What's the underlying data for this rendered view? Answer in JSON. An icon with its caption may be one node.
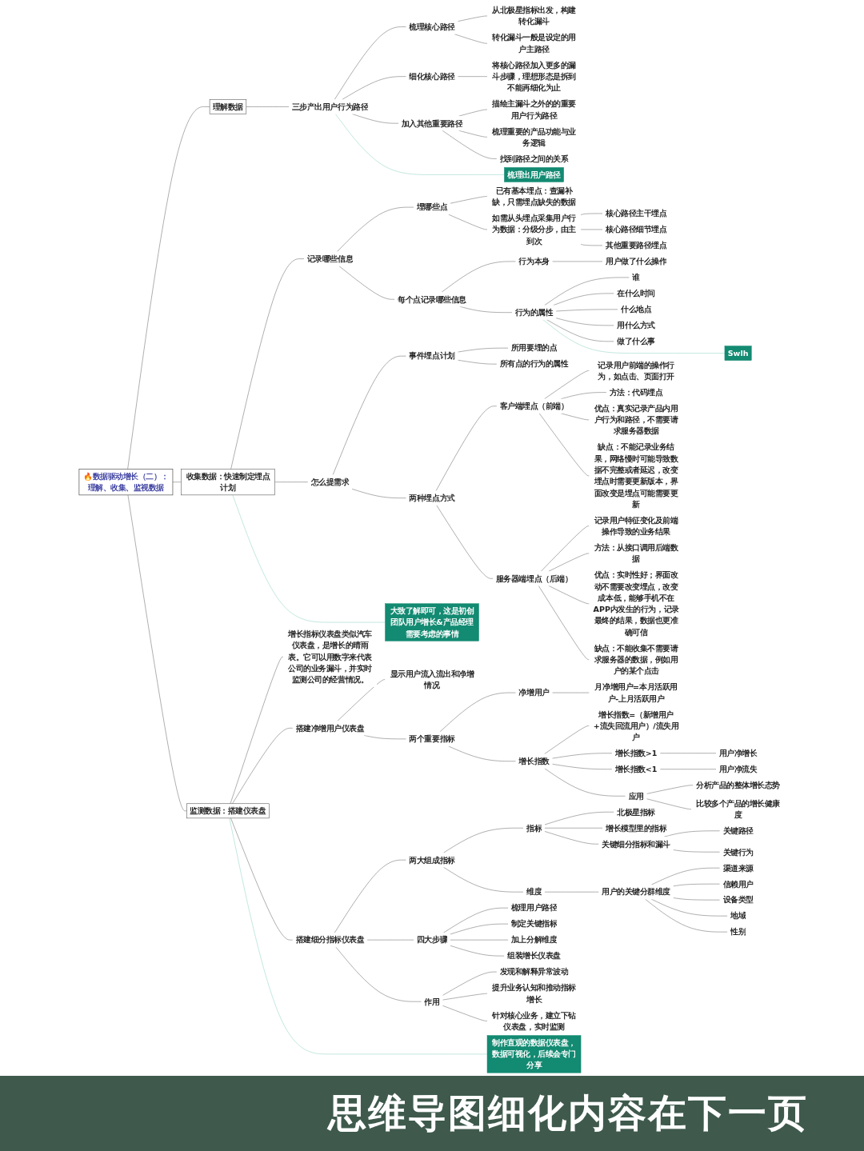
{
  "diagram": {
    "nodes": [
      {
        "text": [
          "🔥数据驱动增长（二）：理解、收集、监视数据"
        ]
      },
      {
        "text": [
          "理解数据"
        ]
      },
      {
        "text": [
          "三步产出用户行为路径"
        ]
      },
      {
        "text": [
          "梳理核心路径"
        ]
      },
      {
        "text": [
          "从北极星指标出发，构建转化漏斗"
        ]
      },
      {
        "text": [
          "转化漏斗一般是设定的用户主路径"
        ]
      },
      {
        "text": [
          "细化核心路径"
        ]
      },
      {
        "text": [
          "将核心路径加入更多的漏斗步骤，理想形态是拆到不能再细化为止"
        ]
      },
      {
        "text": [
          "加入其他重要路径"
        ]
      },
      {
        "text": [
          "描绘主漏斗之外的的重要用户行为路径"
        ]
      },
      {
        "text": [
          "梳理重要的产品功能与业务逻辑"
        ]
      },
      {
        "text": [
          "找到路径之间的关系"
        ]
      },
      {
        "text": [
          "梳理出用户路径"
        ]
      },
      {
        "text": [
          "收集数据：快速制定埋点计划"
        ]
      },
      {
        "text": [
          "记录哪些信息"
        ]
      },
      {
        "text": [
          "埋哪些点"
        ]
      },
      {
        "text": [
          "已有基本埋点：查漏补缺，只需埋点缺失的数据"
        ]
      },
      {
        "text": [
          "如需从头埋点采集用户行为数据：分级分步，由主到次"
        ]
      },
      {
        "text": [
          "核心路径主干埋点"
        ]
      },
      {
        "text": [
          "核心路径细节埋点"
        ]
      },
      {
        "text": [
          "其他重要路径埋点"
        ]
      },
      {
        "text": [
          "每个点记录哪些信息"
        ]
      },
      {
        "text": [
          "行为本身"
        ]
      },
      {
        "text": [
          "用户做了什么操作"
        ]
      },
      {
        "text": [
          "行为的属性"
        ]
      },
      {
        "text": [
          "谁"
        ]
      },
      {
        "text": [
          "在什么时间"
        ]
      },
      {
        "text": [
          "什么地点"
        ]
      },
      {
        "text": [
          "用什么方式"
        ]
      },
      {
        "text": [
          "做了什么事"
        ]
      },
      {
        "text": [
          "Swlh"
        ]
      },
      {
        "text": [
          "怎么提需求"
        ]
      },
      {
        "text": [
          "事件埋点计划"
        ]
      },
      {
        "text": [
          "所用要埋的点"
        ]
      },
      {
        "text": [
          "所有点的行为的属性"
        ]
      },
      {
        "text": [
          "两种埋点方式"
        ]
      },
      {
        "text": [
          "客户端埋点（前端）"
        ]
      },
      {
        "text": [
          "记录用户前端的操作行为，如点击、页面打开"
        ]
      },
      {
        "text": [
          "方法：代码埋点"
        ]
      },
      {
        "text": [
          "优点：真实记录产品内用户行为和路径，不需要请求服务器数据"
        ]
      },
      {
        "text": [
          "缺点：不能记录业务结果，网络慢时可能导致数据不完整或者延迟，改变埋点时需要更新版本，界面改变是埋点可能需要更新"
        ]
      },
      {
        "text": [
          "服务器端埋点（后端）"
        ]
      },
      {
        "text": [
          "记录用户特征变化及前端操作导致的业务结果"
        ]
      },
      {
        "text": [
          "方法：从接口调用后端数据"
        ]
      },
      {
        "text": [
          "优点：实时性好；界面改动不需要改变埋点，改变成本低，能够手机不在APP内发生的行为，记录最终的结果，数据也更准确可信"
        ]
      },
      {
        "text": [
          "缺点：不能收集不需要请求服务器的数据，例如用户的某个点击"
        ]
      },
      {
        "text": [
          "大致了解即可，这是初创团队用户增长&产品经理需要考虑的事情"
        ]
      },
      {
        "text": [
          "监测数据：搭建仪表盘"
        ]
      },
      {
        "text": [
          "增长指标仪表盘类似汽车仪表盘，是增长的晴雨表。它可以用数字来代表公司的业务漏斗，并实时监测公司的经营情况。"
        ]
      },
      {
        "text": [
          "搭建净增用户仪表盘"
        ]
      },
      {
        "text": [
          "显示用户流入流出和净增情况"
        ]
      },
      {
        "text": [
          "两个重要指标"
        ]
      },
      {
        "text": [
          "净增用户"
        ]
      },
      {
        "text": [
          "月净增用户=本月活跃用户-上月活跃用户"
        ]
      },
      {
        "text": [
          "增长指数"
        ]
      },
      {
        "text": [
          "增长指数=（新增用户+流失回流用户）/流失用户"
        ]
      },
      {
        "text": [
          "增长指数>1"
        ]
      },
      {
        "text": [
          "用户净增长"
        ]
      },
      {
        "text": [
          "增长指数<1"
        ]
      },
      {
        "text": [
          "用户净流失"
        ]
      },
      {
        "text": [
          "应用"
        ]
      },
      {
        "text": [
          "分析产品的整体增长态势"
        ]
      },
      {
        "text": [
          "比较多个产品的增长健康度"
        ]
      },
      {
        "text": [
          "搭建细分指标仪表盘"
        ]
      },
      {
        "text": [
          "两大组成指标"
        ]
      },
      {
        "text": [
          "指标"
        ]
      },
      {
        "text": [
          "北极星指标"
        ]
      },
      {
        "text": [
          "增长模型里的指标"
        ]
      },
      {
        "text": [
          "关键细分指标和漏斗"
        ]
      },
      {
        "text": [
          "关键路径"
        ]
      },
      {
        "text": [
          "关键行为"
        ]
      },
      {
        "text": [
          "维度"
        ]
      },
      {
        "text": [
          "用户的关键分群维度"
        ]
      },
      {
        "text": [
          "渠道来源"
        ]
      },
      {
        "text": [
          "信赖用户"
        ]
      },
      {
        "text": [
          "设备类型"
        ]
      },
      {
        "text": [
          "地域"
        ]
      },
      {
        "text": [
          "性别"
        ]
      },
      {
        "text": [
          "四大步骤"
        ]
      },
      {
        "text": [
          "梳理用户路径"
        ]
      },
      {
        "text": [
          "制定关键指标"
        ]
      },
      {
        "text": [
          "加上分解维度"
        ]
      },
      {
        "text": [
          "组装增长仪表盘"
        ]
      },
      {
        "text": [
          "作用"
        ]
      },
      {
        "text": [
          "发现和解释异常波动"
        ]
      },
      {
        "text": [
          "提升业务认知和推动指标增长"
        ]
      },
      {
        "text": [
          "针对核心业务，建立下钻仪表盘，实时监测"
        ]
      },
      {
        "text": [
          "制作直观的数据仪表盘，数据可视化，后续会专门分享"
        ]
      }
    ],
    "edges": [
      {
        "from": 0,
        "to": 1,
        "arrow": "none"
      },
      {
        "from": 1,
        "to": 2,
        "arrow": "none"
      },
      {
        "from": 2,
        "to": 3,
        "arrow": "none"
      },
      {
        "from": 3,
        "to": 4,
        "arrow": "none"
      },
      {
        "from": 3,
        "to": 5,
        "arrow": "none"
      },
      {
        "from": 2,
        "to": 6,
        "arrow": "none"
      },
      {
        "from": 6,
        "to": 7,
        "arrow": "none"
      },
      {
        "from": 2,
        "to": 8,
        "arrow": "none"
      },
      {
        "from": 8,
        "to": 9,
        "arrow": "none"
      },
      {
        "from": 8,
        "to": 10,
        "arrow": "none"
      },
      {
        "from": 8,
        "to": 11,
        "arrow": "none"
      },
      {
        "from": 2,
        "to": 12,
        "arrow": "none",
        "color": "#7fcdbb"
      },
      {
        "from": 0,
        "to": 13,
        "arrow": "none"
      },
      {
        "from": 13,
        "to": 14,
        "arrow": "none"
      },
      {
        "from": 14,
        "to": 15,
        "arrow": "none"
      },
      {
        "from": 15,
        "to": 16,
        "arrow": "none"
      },
      {
        "from": 15,
        "to": 17,
        "arrow": "none"
      },
      {
        "from": 17,
        "to": 18,
        "arrow": "none"
      },
      {
        "from": 17,
        "to": 19,
        "arrow": "none"
      },
      {
        "from": 17,
        "to": 20,
        "arrow": "none"
      },
      {
        "from": 14,
        "to": 21,
        "arrow": "none"
      },
      {
        "from": 21,
        "to": 22,
        "arrow": "none"
      },
      {
        "from": 22,
        "to": 23,
        "arrow": "none"
      },
      {
        "from": 21,
        "to": 24,
        "arrow": "none"
      },
      {
        "from": 24,
        "to": 25,
        "arrow": "none"
      },
      {
        "from": 24,
        "to": 26,
        "arrow": "none"
      },
      {
        "from": 24,
        "to": 27,
        "arrow": "none"
      },
      {
        "from": 24,
        "to": 28,
        "arrow": "none"
      },
      {
        "from": 24,
        "to": 29,
        "arrow": "none"
      },
      {
        "from": 24,
        "to": 30,
        "arrow": "none",
        "color": "#7fcdbb"
      },
      {
        "from": 13,
        "to": 31,
        "arrow": "none"
      },
      {
        "from": 31,
        "to": 32,
        "arrow": "none"
      },
      {
        "from": 32,
        "to": 33,
        "arrow": "none"
      },
      {
        "from": 32,
        "to": 34,
        "arrow": "none"
      },
      {
        "from": 31,
        "to": 35,
        "arrow": "none"
      },
      {
        "from": 35,
        "to": 36,
        "arrow": "none"
      },
      {
        "from": 36,
        "to": 37,
        "arrow": "none"
      },
      {
        "from": 36,
        "to": 38,
        "arrow": "none"
      },
      {
        "from": 36,
        "to": 39,
        "arrow": "none"
      },
      {
        "from": 36,
        "to": 40,
        "arrow": "none"
      },
      {
        "from": 35,
        "to": 41,
        "arrow": "none"
      },
      {
        "from": 41,
        "to": 42,
        "arrow": "none"
      },
      {
        "from": 41,
        "to": 43,
        "arrow": "none"
      },
      {
        "from": 41,
        "to": 44,
        "arrow": "none"
      },
      {
        "from": 41,
        "to": 45,
        "arrow": "none"
      },
      {
        "from": 13,
        "to": 46,
        "arrow": "none",
        "color": "#7fcdbb"
      },
      {
        "from": 0,
        "to": 47,
        "arrow": "none"
      },
      {
        "from": 47,
        "to": 48,
        "arrow": "none"
      },
      {
        "from": 47,
        "to": 49,
        "arrow": "none"
      },
      {
        "from": 49,
        "to": 50,
        "arrow": "none"
      },
      {
        "from": 49,
        "to": 51,
        "arrow": "none"
      },
      {
        "from": 51,
        "to": 52,
        "arrow": "none"
      },
      {
        "from": 52,
        "to": 53,
        "arrow": "none"
      },
      {
        "from": 51,
        "to": 54,
        "arrow": "none"
      },
      {
        "from": 54,
        "to": 55,
        "arrow": "none"
      },
      {
        "from": 54,
        "to": 56,
        "arrow": "none"
      },
      {
        "from": 56,
        "to": 57,
        "arrow": "none"
      },
      {
        "from": 54,
        "to": 58,
        "arrow": "none"
      },
      {
        "from": 58,
        "to": 59,
        "arrow": "none"
      },
      {
        "from": 54,
        "to": 60,
        "arrow": "none"
      },
      {
        "from": 60,
        "to": 61,
        "arrow": "none"
      },
      {
        "from": 60,
        "to": 62,
        "arrow": "none"
      },
      {
        "from": 47,
        "to": 63,
        "arrow": "none"
      },
      {
        "from": 63,
        "to": 64,
        "arrow": "none"
      },
      {
        "from": 64,
        "to": 65,
        "arrow": "none"
      },
      {
        "from": 65,
        "to": 66,
        "arrow": "none"
      },
      {
        "from": 65,
        "to": 67,
        "arrow": "none"
      },
      {
        "from": 65,
        "to": 68,
        "arrow": "none"
      },
      {
        "from": 68,
        "to": 69,
        "arrow": "none"
      },
      {
        "from": 68,
        "to": 70,
        "arrow": "none"
      },
      {
        "from": 64,
        "to": 71,
        "arrow": "none"
      },
      {
        "from": 71,
        "to": 72,
        "arrow": "none"
      },
      {
        "from": 72,
        "to": 73,
        "arrow": "none"
      },
      {
        "from": 72,
        "to": 74,
        "arrow": "none"
      },
      {
        "from": 72,
        "to": 75,
        "arrow": "none"
      },
      {
        "from": 72,
        "to": 76,
        "arrow": "none"
      },
      {
        "from": 72,
        "to": 77,
        "arrow": "none"
      },
      {
        "from": 63,
        "to": 78,
        "arrow": "none"
      },
      {
        "from": 78,
        "to": 79,
        "arrow": "none"
      },
      {
        "from": 78,
        "to": 80,
        "arrow": "none"
      },
      {
        "from": 78,
        "to": 81,
        "arrow": "none"
      },
      {
        "from": 78,
        "to": 82,
        "arrow": "none"
      },
      {
        "from": 63,
        "to": 83,
        "arrow": "none"
      },
      {
        "from": 83,
        "to": 84,
        "arrow": "none"
      },
      {
        "from": 83,
        "to": 85,
        "arrow": "none"
      },
      {
        "from": 83,
        "to": 86,
        "arrow": "none"
      },
      {
        "from": 47,
        "to": 87,
        "arrow": "none",
        "color": "#7fcdbb"
      }
    ],
    "labels": [
      "思维导图细化内容在下一页"
    ]
  }
}
